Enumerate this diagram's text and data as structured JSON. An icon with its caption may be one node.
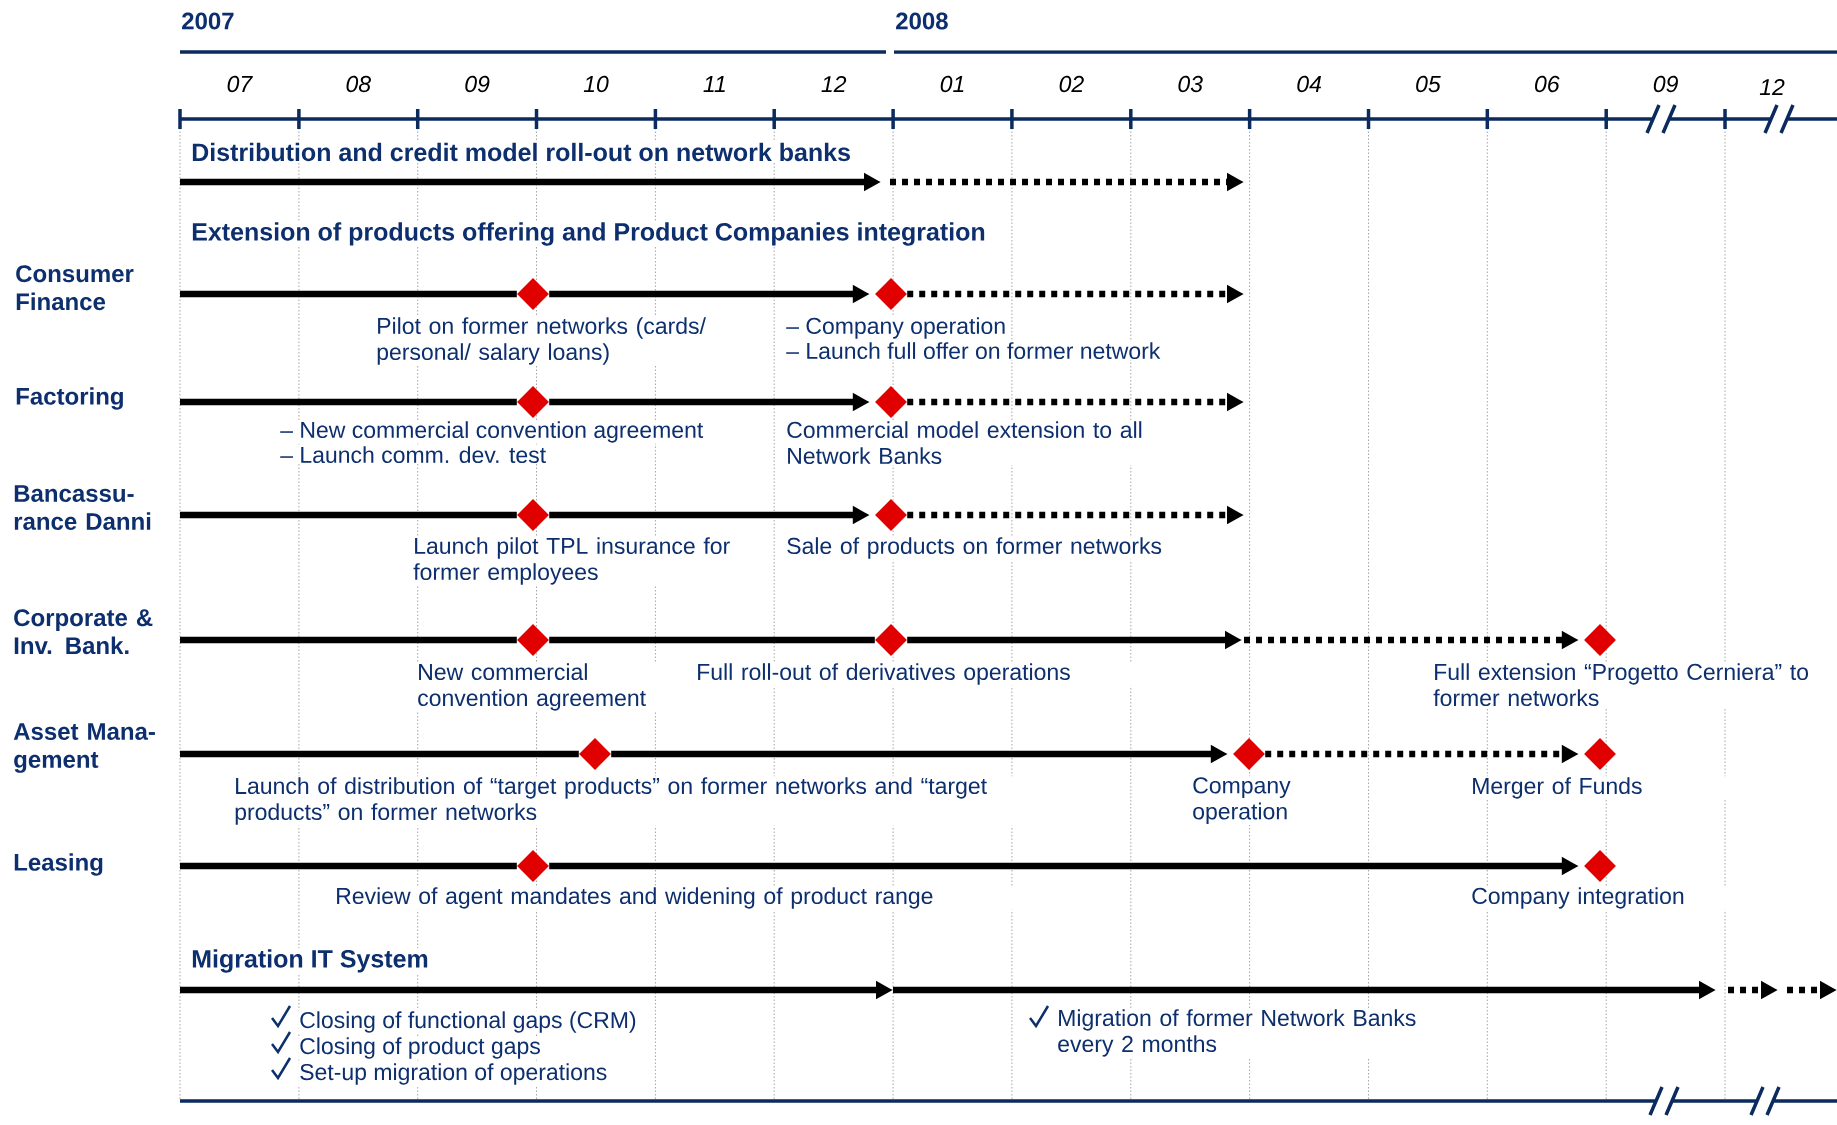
{
  "diagram": {
    "nodes": [
      {
        "text": [],
        "shape": "diamond",
        "beside": [
          "Pilot on former networks (cards/ personal/ salary loans)"
        ]
      },
      {
        "text": [],
        "shape": "diamond",
        "beside": [
          "– Company operation",
          "– Launch full offer on former network"
        ]
      },
      {
        "text": [],
        "shape": "diamond",
        "beside": [
          "– New commercial convention agreement",
          "– Launch comm. dev. test"
        ]
      },
      {
        "text": [],
        "shape": "diamond",
        "beside": [
          "Commercial model extension to all Network Banks"
        ]
      },
      {
        "text": [],
        "shape": "diamond",
        "beside": [
          "Launch pilot TPL insurance for former employees"
        ]
      },
      {
        "text": [],
        "shape": "diamond",
        "beside": [
          "Sale of products on former networks"
        ]
      },
      {
        "text": [],
        "shape": "diamond",
        "beside": [
          "New commercial convention agreement"
        ]
      },
      {
        "text": [],
        "shape": "diamond",
        "beside": [
          "Full roll-out of derivatives operations"
        ]
      },
      {
        "text": [],
        "shape": "diamond",
        "beside": [
          "Full extension “Progetto Cerniera” to former networks"
        ]
      },
      {
        "text": [],
        "shape": "diamond",
        "beside": [
          "Launch of distribution of “target products” on former networks and “target products” on former networks"
        ]
      },
      {
        "text": [],
        "shape": "diamond",
        "beside": [
          "Company operation"
        ]
      },
      {
        "text": [],
        "shape": "diamond",
        "beside": [
          "Merger of Funds"
        ]
      },
      {
        "text": [],
        "shape": "diamond",
        "beside": [
          "Review of agent mandates and widening of product range"
        ]
      },
      {
        "text": [],
        "shape": "diamond",
        "beside": [
          "Company integration"
        ]
      }
    ],
    "edges": [
      {
        "from": null,
        "to": 0,
        "arrow": "none"
      },
      {
        "from": 0,
        "to": 1,
        "arrow": "to"
      },
      {
        "from": 1,
        "to": null,
        "arrow": "to",
        "style": "dashed"
      },
      {
        "from": null,
        "to": 2,
        "arrow": "none"
      },
      {
        "from": 2,
        "to": 3,
        "arrow": "to"
      },
      {
        "from": 3,
        "to": null,
        "arrow": "to",
        "style": "dashed"
      },
      {
        "from": null,
        "to": 4,
        "arrow": "none"
      },
      {
        "from": 4,
        "to": 5,
        "arrow": "to"
      },
      {
        "from": 5,
        "to": null,
        "arrow": "to",
        "style": "dashed"
      },
      {
        "from": null,
        "to": 6,
        "arrow": "none"
      },
      {
        "from": 6,
        "to": 7,
        "arrow": "none"
      },
      {
        "from": 7,
        "to": null,
        "arrow": "to"
      },
      {
        "from": null,
        "to": 8,
        "arrow": "to",
        "style": "dashed"
      },
      {
        "from": null,
        "to": 9,
        "arrow": "none"
      },
      {
        "from": 9,
        "to": 10,
        "arrow": "to"
      },
      {
        "from": 10,
        "to": 11,
        "arrow": "to",
        "style": "dashed"
      },
      {
        "from": null,
        "to": 12,
        "arrow": "none"
      },
      {
        "from": 12,
        "to": 13,
        "arrow": "to"
      }
    ],
    "labels": [
      "2007",
      "2008",
      "07",
      "08",
      "09",
      "10",
      "11",
      "12",
      "01",
      "02",
      "03",
      "04",
      "05",
      "06",
      "09",
      "12",
      "Distribution and credit model roll-out on network banks",
      "Extension of products offering and Product Companies integration",
      "Consumer Finance",
      "Factoring",
      "Bancassu-rance Danni",
      "Corporate & Inv. Bank.",
      "Asset Mana-gement",
      "Leasing",
      "Migration IT System",
      "Closing of functional gaps (CRM)",
      "Closing of product gaps",
      "Set-up migration of operations",
      "Migration of former Network Banks every 2 months"
    ]
  }
}
